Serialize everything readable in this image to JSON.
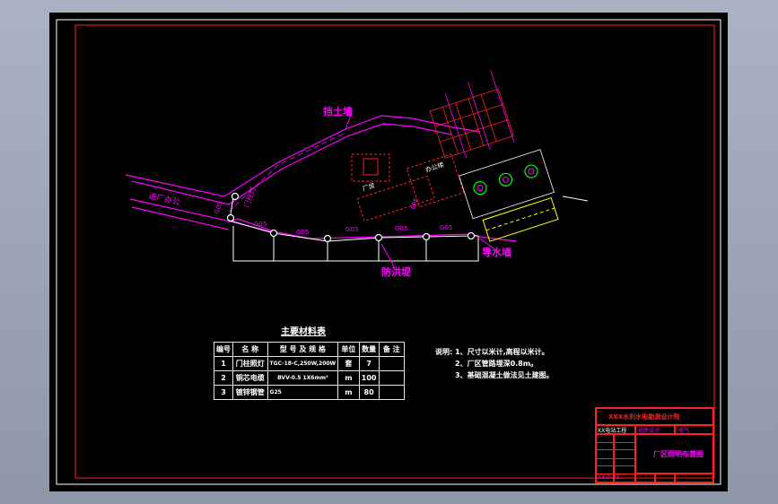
{
  "colors": {
    "background": "#000000",
    "frame": "#ff2020",
    "magenta": "#ff00ff",
    "yellow": "#ffff00",
    "white": "#ffffff",
    "green": "#00ff00",
    "cyan": "#00ffff"
  },
  "drawing": {
    "labels": {
      "retaining_wall": "挡土墙",
      "factory_road": "进厂办公",
      "door_light": "门柱灯",
      "flood_wall": "防洪堤",
      "guide_wall": "导水墙",
      "pole_codes": [
        "G05",
        "G05",
        "G05",
        "G05",
        "G05",
        "G05"
      ],
      "building_a": "厂房",
      "building_b": "办公楼",
      "pipe": "6PE"
    }
  },
  "materials": {
    "title": "主要材料表",
    "headers": [
      "编号",
      "名 称",
      "型 号 及 规 格",
      "单位",
      "数量",
      "备 注"
    ],
    "rows": [
      [
        "1",
        "门柱照灯",
        "TGC-18-C,250W,200W",
        "套",
        "7",
        ""
      ],
      [
        "2",
        "铜芯电缆",
        "BVV-0.5 1X6mm²",
        "m",
        "100",
        ""
      ],
      [
        "3",
        "镀锌钢管",
        "G25",
        "m",
        "80",
        ""
      ]
    ]
  },
  "notes": {
    "lead": "说明:",
    "items": [
      "1、尺寸以米计,高程以米计。",
      "2、厂区管路埋深0.8m。",
      "3、基础混凝土做法见土建图。"
    ]
  },
  "title_block": {
    "company": "XXX水利水电勘测设计院",
    "project": "XX电站工程",
    "stage": "初步设计",
    "part": "电气",
    "drawing_title": "厂区照明布置图",
    "drawing_no": "XX-D-01"
  }
}
